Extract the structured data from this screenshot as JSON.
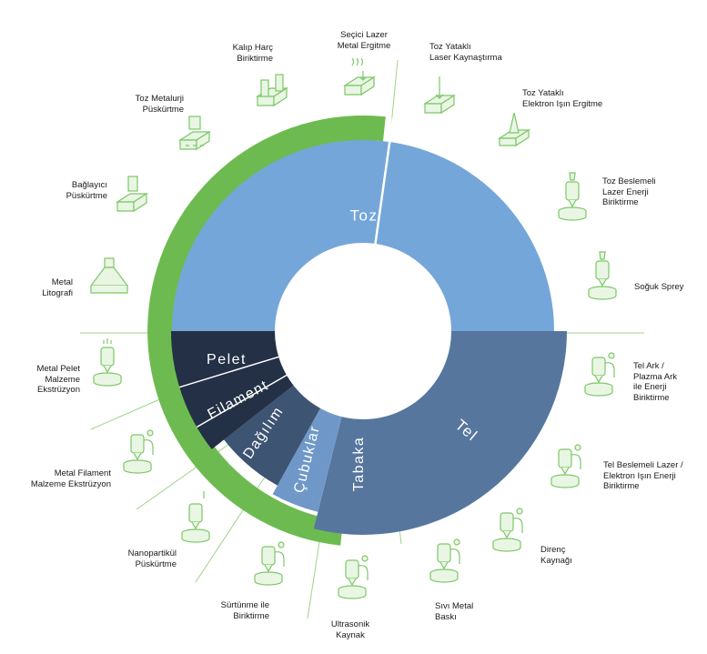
{
  "colors": {
    "toz": "#74a6d9",
    "tel": "#56769e",
    "tabaka": "#6f98c9",
    "cubuklar": "#3d5472",
    "dark": "#233045",
    "ring": "#6dbb50",
    "line": "#9ed38a",
    "icon": "#7cc767",
    "iconFill": "#eaf6e4"
  },
  "segments": [
    {
      "id": "toz",
      "label": "Toz"
    },
    {
      "id": "tel",
      "label": "Tel"
    },
    {
      "id": "tabaka",
      "label": "Tabaka"
    },
    {
      "id": "cubuklar",
      "label": "Çubuklar"
    },
    {
      "id": "dagilim",
      "label": "Dağılım"
    },
    {
      "id": "filament",
      "label": "Filament"
    },
    {
      "id": "pelet",
      "label": "Pelet"
    }
  ],
  "processes": [
    {
      "id": "secici-lazer",
      "label": "Seçici Lazer\nMetal Ergitme",
      "icon": "block-lines-icon"
    },
    {
      "id": "toz-yatakli-laser",
      "label": "Toz Yataklı\nLaser Kaynaştırma",
      "icon": "block-arrow-icon"
    },
    {
      "id": "toz-yatakli-elektron",
      "label": "Toz Yataklı\nElektron Işın Ergitme",
      "icon": "cone-block-icon"
    },
    {
      "id": "toz-beslemeli",
      "label": "Toz Beslemeli\nLazer Enerji\nBiriktirme",
      "icon": "nozzle-icon"
    },
    {
      "id": "soguk-sprey",
      "label": "Soğuk Sprey",
      "icon": "sprayer-icon"
    },
    {
      "id": "tel-ark",
      "label": "Tel Ark /\nPlazma Ark\nile Enerji\nBiriktirme",
      "icon": "arc-torch-icon"
    },
    {
      "id": "tel-beslemeli",
      "label": "Tel Beslemeli Lazer /\nElektron Işın Enerji\nBiriktirme",
      "icon": "wire-feed-icon"
    },
    {
      "id": "direnc",
      "label": "Direnç\nKaynağı",
      "icon": "resistance-icon"
    },
    {
      "id": "sivi-metal",
      "label": "Sıvı Metal\nBaskı",
      "icon": "liquid-metal-icon"
    },
    {
      "id": "ultrasonik",
      "label": "Ultrasonik\nKaynak",
      "icon": "ultrasonic-icon"
    },
    {
      "id": "surtunme",
      "label": "Sürtünme ile\nBiriktirme",
      "icon": "friction-icon"
    },
    {
      "id": "nanopartikul",
      "label": "Nanopartikül\nPüskürtme",
      "icon": "nanoparticle-icon"
    },
    {
      "id": "metal-filament",
      "label": "Metal Filament\nMalzeme Ekstrüzyon",
      "icon": "filament-extruder-icon"
    },
    {
      "id": "metal-pelet",
      "label": "Metal Pelet\nMalzeme\nEkstrüzyon",
      "icon": "pellet-extruder-icon"
    },
    {
      "id": "metal-litografi",
      "label": "Metal\nLitografi",
      "icon": "lithography-icon"
    },
    {
      "id": "baglayici",
      "label": "Bağlayıcı\nPüskürtme",
      "icon": "binder-jet-icon"
    },
    {
      "id": "toz-metalurji",
      "label": "Toz Metalurji\nPüskürtme",
      "icon": "powder-jet-icon"
    },
    {
      "id": "kalip-harc",
      "label": "Kalıp Harç\nBiriktirme",
      "icon": "mold-icon"
    }
  ]
}
